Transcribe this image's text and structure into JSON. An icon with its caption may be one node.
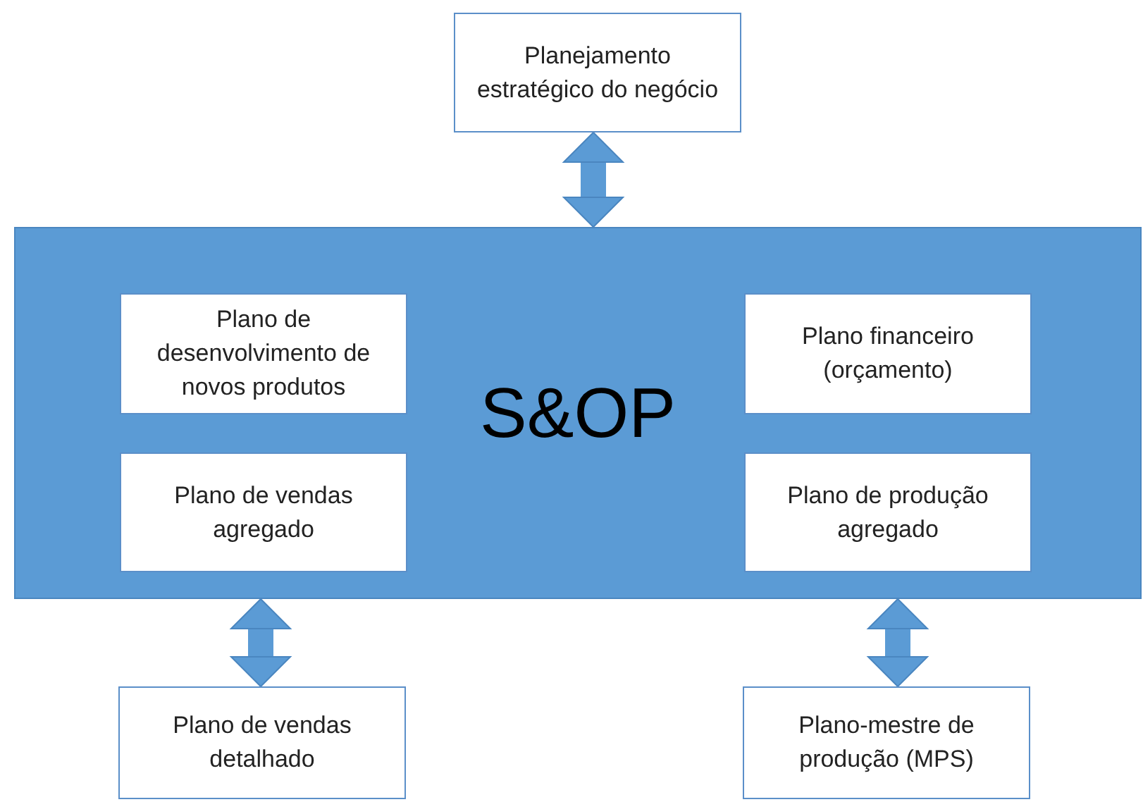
{
  "diagram": {
    "nodes": [
      {
        "text": [
          "Planejamento estratégico do negócio"
        ]
      },
      {
        "text": [
          "S&OP"
        ]
      },
      {
        "text": [
          "Plano de desenvolvimento de novos produtos"
        ],
        "in": 1
      },
      {
        "text": [
          "Plano financeiro (orçamento)"
        ],
        "in": 1
      },
      {
        "text": [
          "Plano de vendas agregado"
        ],
        "in": 1
      },
      {
        "text": [
          "Plano de produção agregado"
        ],
        "in": 1
      },
      {
        "text": [
          "Plano de vendas detalhado"
        ]
      },
      {
        "text": [
          "Plano-mestre de produção (MPS)"
        ]
      }
    ],
    "edges": [
      {
        "from": 0,
        "to": 1,
        "arrow": "both"
      },
      {
        "from": 1,
        "to": 6,
        "arrow": "both"
      },
      {
        "from": 1,
        "to": 7,
        "arrow": "both"
      }
    ]
  }
}
